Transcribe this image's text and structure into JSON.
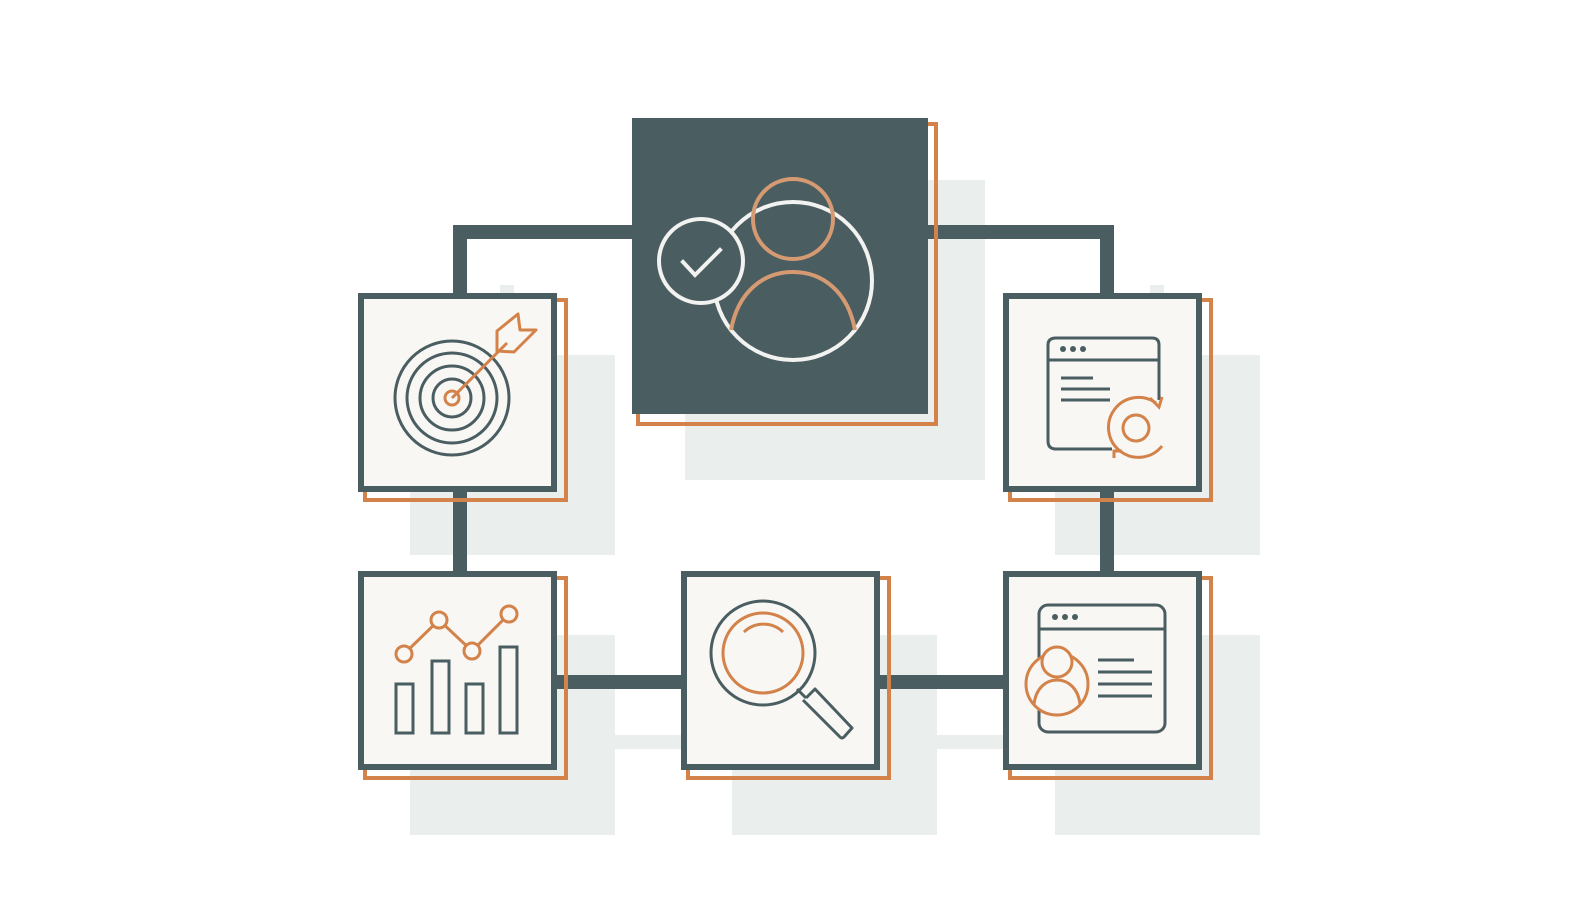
{
  "diagram": {
    "colors": {
      "slate": "#4a5e61",
      "orange": "#d3824a",
      "muted_orange": "#d59a72",
      "panel_bg": "#f8f7f4",
      "light_line": "#e9ecec",
      "ghost": "#eaeeed",
      "white": "#ffffff"
    },
    "nodes": [
      {
        "id": "center",
        "icon": "verified-user-icon",
        "style": "dark"
      },
      {
        "id": "top-left",
        "icon": "target-arrow-icon",
        "style": "light"
      },
      {
        "id": "top-right",
        "icon": "browser-settings-icon",
        "style": "light"
      },
      {
        "id": "bottom-left",
        "icon": "bar-line-chart-icon",
        "style": "light"
      },
      {
        "id": "bottom-center",
        "icon": "magnifying-glass-icon",
        "style": "light"
      },
      {
        "id": "bottom-right",
        "icon": "browser-user-profile-icon",
        "style": "light"
      }
    ]
  }
}
